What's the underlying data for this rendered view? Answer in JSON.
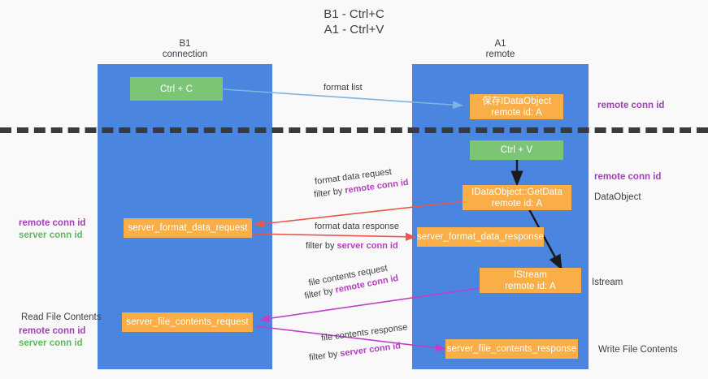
{
  "title": "B1 - Ctrl+C\nA1 - Ctrl+V",
  "colors": {
    "lane": "#4a86e0",
    "green_node": "#7cc576",
    "orange_node": "#f9ae48",
    "background": "#f9f9f9",
    "divider": "#3a3a3c",
    "purple_text": "#a23fb8",
    "green_text": "#60b861",
    "arrow_lightblue": "#7fb3e0",
    "arrow_black": "#1a1a1a",
    "arrow_red": "#e8584c",
    "arrow_magenta": "#c03fc8"
  },
  "columns": [
    {
      "id": "b1",
      "title": "B1\nconnection"
    },
    {
      "id": "a1",
      "title": "A1\nremote"
    }
  ],
  "nodes": {
    "ctrl_c": "Ctrl + C",
    "save_idataobject": "保存IDataObject\nremote id: A",
    "ctrl_v": "Ctrl + V",
    "idataobject_getdata": "IDataObject::GetData\nremote id: A",
    "server_format_data_request": "server_format_data_request",
    "server_format_data_response": "server_format_data_response",
    "istream": "IStream\nremote id: A",
    "server_file_contents_request": "server_file_contents_request",
    "server_file_contents_response": "server_file_contents_response"
  },
  "edge_labels": {
    "format_list": "format list",
    "format_data_request": "format data request",
    "format_data_request_filter_prefix": "filter by ",
    "format_data_request_filter_value": "remote conn id",
    "format_data_response": "format data response",
    "format_data_response_filter_prefix": "filter by ",
    "format_data_response_filter_value": "server conn id",
    "file_contents_request": "file contents request",
    "file_contents_request_filter_prefix": "filter by ",
    "file_contents_request_filter_value": "remote conn id",
    "file_contents_response": "file contents response",
    "file_contents_response_filter_prefix": "filter by ",
    "file_contents_response_filter_value": "server conn id"
  },
  "annotations": {
    "right_remote_conn_id_top": "remote conn id",
    "right_remote_conn_id_mid": "remote conn id",
    "right_dataobject": "DataObject",
    "right_istream": "Istream",
    "right_write_file_contents": "Write File Contents",
    "left_remote_conn_id": "remote conn id",
    "left_server_conn_id": "server conn id",
    "left_read_file_contents": "Read File Contents",
    "left_remote_conn_id_2": "remote conn id",
    "left_server_conn_id_2": "server conn id"
  }
}
